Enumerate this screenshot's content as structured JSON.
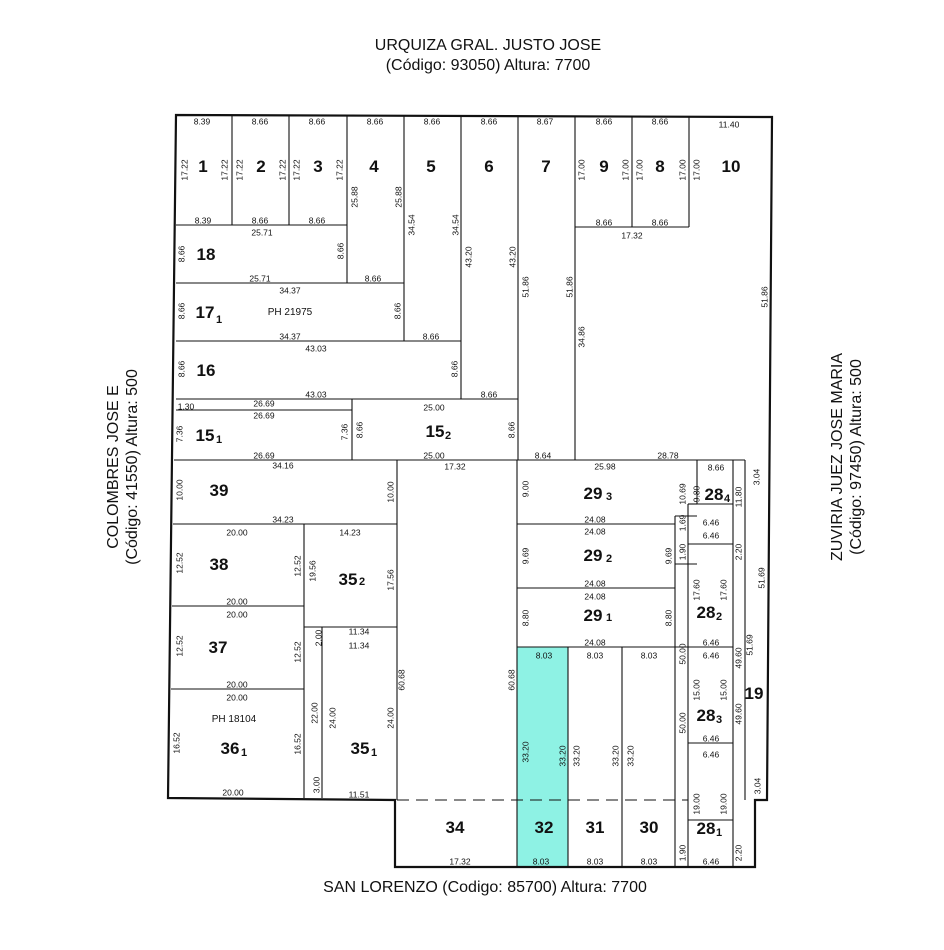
{
  "streets": {
    "north_name": "URQUIZA GRAL. JUSTO JOSE",
    "north_code": "(Código: 93050) Altura: 7700",
    "west_name": "COLOMBRES JOSE E",
    "west_code": "(Código: 41550) Altura: 500",
    "east_name": "ZUVIRIA JUEZ JOSE MARIA",
    "east_code": "(Código: 97450) Altura: 500",
    "south": "SAN LORENZO (Codigo: 85700) Altura: 7700"
  },
  "highlight_color": "#8ef2e4",
  "highlighted_lot": "32",
  "lots": {
    "l1": "1",
    "l2": "2",
    "l3": "3",
    "l4": "4",
    "l5": "5",
    "l6": "6",
    "l7": "7",
    "l9": "9",
    "l8": "8",
    "l10": "10",
    "l18": "18",
    "l17": "17",
    "l17_sub": "1",
    "l16": "16",
    "l15a": "15",
    "l15a_sub": "1",
    "l15b": "15",
    "l15b_sub": "2",
    "l39": "39",
    "l38": "38",
    "l37": "37",
    "l36": "36",
    "l36_sub": "1",
    "l35a": "35",
    "l35a_sub": "2",
    "l35b": "35",
    "l35b_sub": "1",
    "l29a": "29",
    "l29a_sub": "3",
    "l29b": "29",
    "l29b_sub": "2",
    "l29c": "29",
    "l29c_sub": "1",
    "l28a": "28",
    "l28a_sub": "4",
    "l28b": "28",
    "l28b_sub": "2",
    "l28c": "28",
    "l28c_sub": "3",
    "l28d": "28",
    "l28d_sub": "1",
    "l19": "19",
    "l34": "34",
    "l32": "32",
    "l31": "31",
    "l30": "30"
  },
  "ph_labels": {
    "ph17": "PH 21975",
    "ph36": "PH 18104"
  },
  "dimensions": {
    "t1": "8.39",
    "t2": "8.66",
    "t3": "8.66",
    "t4": "8.66",
    "t5": "8.66",
    "t6": "8.66",
    "t7": "8.67",
    "t9": "8.66",
    "t8": "8.66",
    "t10": "11.40",
    "s1a": "17.22",
    "s1b": "17.22",
    "s2a": "17.22",
    "s2b": "17.22",
    "s3a": "17.22",
    "s3b": "17.22",
    "b1": "8.39",
    "b2": "8.66",
    "b3": "8.66",
    "s4a": "25.88",
    "s4b": "25.88",
    "b4": "8.66",
    "s5a": "34.54",
    "s5b": "34.54",
    "b5": "8.66",
    "s6a": "43.20",
    "s6b": "43.20",
    "b6": "8.66",
    "s7a": "51.86",
    "s7b": "51.86",
    "b7": "8.64",
    "s9a": "17.00",
    "s9b": "17.00",
    "s8a": "17.00",
    "s8b": "17.00",
    "s10a": "17.00",
    "b9": "8.66",
    "b8": "8.66",
    "b98": "17.32",
    "s10b": "34.86",
    "s10c": "51.86",
    "b10": "28.78",
    "t18": "25.71",
    "s18a": "8.66",
    "s18b": "8.66",
    "b18": "25.71",
    "t17": "34.37",
    "s17a": "8.66",
    "s17b": "8.66",
    "b17": "34.37",
    "t16": "43.03",
    "s16a": "8.66",
    "s16b": "8.66",
    "b16": "43.03",
    "t15a1": "1.30",
    "t15a2": "26.69",
    "t15a3": "26.69",
    "s15a1": "7.36",
    "s15a2": "7.36",
    "b15a": "26.69",
    "s15b": "8.66",
    "t15b": "25.00",
    "s15b2": "8.66",
    "b15b": "25.00",
    "t34": "17.32",
    "b34": "17.32",
    "s34a": "60.68",
    "s34b": "60.68",
    "t39": "34.16",
    "s39a": "10.00",
    "s39b": "10.00",
    "b39": "34.23",
    "t38": "20.00",
    "s38a": "12.52",
    "s38b": "12.52",
    "b38": "20.00",
    "t37": "20.00",
    "s37a": "12.52",
    "s37b": "12.52",
    "b37": "20.00",
    "t36": "20.00",
    "s36a": "16.52",
    "s36b": "16.52",
    "b36": "20.00",
    "t352": "14.23",
    "s352a": "19.56",
    "s352b": "17.56",
    "s35n": "2.00",
    "t351a": "11.34",
    "t351b": "11.34",
    "s351a": "22.00",
    "s351b": "24.00",
    "s351c": "24.00",
    "s351d": "3.00",
    "b351": "11.51",
    "t293": "25.98",
    "s293a": "9.00",
    "t292a": "24.08",
    "t292b": "24.08",
    "s292a": "9.69",
    "s292b": "9.69",
    "t291a": "24.08",
    "t291b": "24.08",
    "s291a": "8.80",
    "s291b": "8.80",
    "b291": "24.08",
    "t32": "8.03",
    "t31": "8.03",
    "t30": "8.03",
    "s32a": "33.20",
    "s32b": "33.20",
    "s31a": "33.20",
    "s31b": "33.20",
    "s30a": "33.20",
    "b32": "8.03",
    "b31": "8.03",
    "b30": "8.03",
    "t284": "8.66",
    "s284a": "10.69",
    "s284b": "9.80",
    "s284c": "11.80",
    "s19t": "3.04",
    "t282a": "6.46",
    "t282b": "6.46",
    "s281a": "1.69",
    "s281b": "1.90",
    "s282a": "17.60",
    "s282b": "17.60",
    "s282c": "2.20",
    "b282": "6.46",
    "t283": "6.46",
    "s283a": "15.00",
    "s283b": "15.00",
    "s50a": "50.00",
    "s50b": "50.00",
    "s49a": "49.60",
    "s49b": "49.60",
    "s19a": "51.69",
    "s19b": "51.69",
    "b283": "6.46",
    "t281": "6.46",
    "s281c": "19.00",
    "s281d": "19.00",
    "s281e": "1.90",
    "s281f": "2.20",
    "b281": "6.46",
    "s19b2": "3.04"
  }
}
